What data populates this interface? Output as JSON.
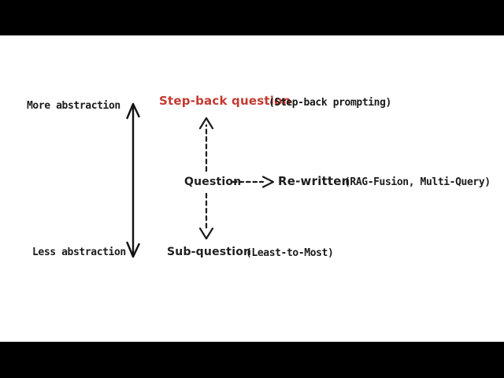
{
  "meta": {
    "description": "Hand-drawn diagram of query translation techniques ordered by abstraction level",
    "colors": {
      "background": "#ffffff",
      "letterbox": "#000000",
      "ink": "#1b1b1b",
      "accent_red": "#c43a31"
    }
  },
  "axis": {
    "top_label": "More abstraction",
    "bottom_label": "Less abstraction",
    "arrow_icon": "double-headed-vertical-arrow"
  },
  "diagram": {
    "step_back": {
      "title": "Step-back question",
      "annotation": "(Step-back prompting)"
    },
    "question": {
      "title": "Question"
    },
    "rewritten": {
      "title": "Re-written",
      "annotation": "(RAG-Fusion, Multi-Query)"
    },
    "sub_question": {
      "title": "Sub-question",
      "annotation": "(Least-to-Most)"
    }
  },
  "arrows": {
    "up": "dashed-arrow-up",
    "down": "dashed-arrow-down",
    "right": "dashed-arrow-right"
  }
}
